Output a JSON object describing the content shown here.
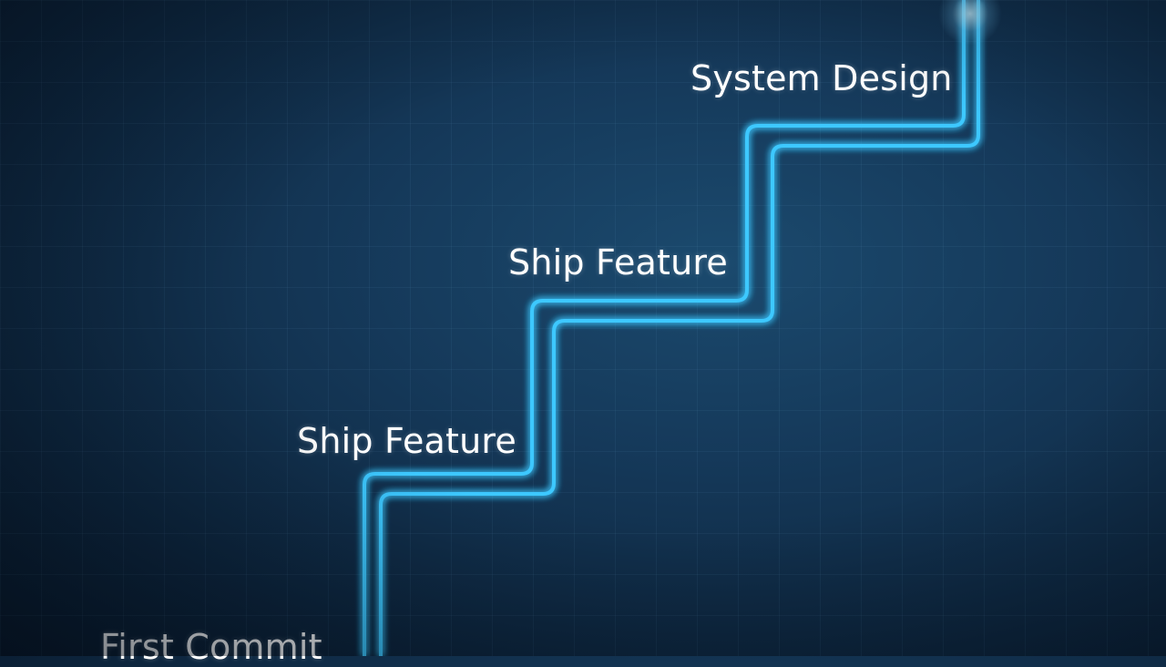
{
  "diagram": {
    "type": "staircase",
    "steps": [
      {
        "label": "First Commit"
      },
      {
        "label": "Ship Feature"
      },
      {
        "label": "Ship Feature"
      },
      {
        "label": "System Design"
      }
    ]
  },
  "colors": {
    "background_center": "#1b4a6e",
    "background_edge": "#08182a",
    "line": "#3cc8ff",
    "line_glow": "#1aa0e8",
    "text": "#ffffff"
  }
}
